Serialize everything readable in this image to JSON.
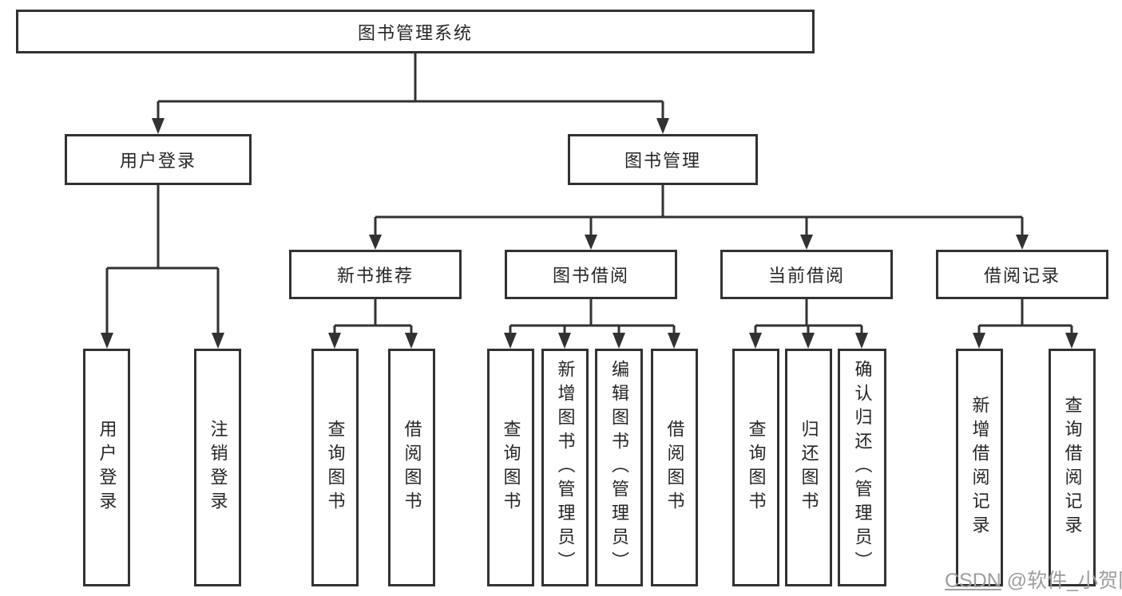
{
  "diagram": {
    "title": "图书管理系统",
    "level2": {
      "user_login": "用户登录",
      "book_mgmt": "图书管理"
    },
    "level3": {
      "new_book_rec": "新书推荐",
      "book_borrow": "图书借阅",
      "current_borrow": "当前借阅",
      "borrow_record": "借阅记录"
    },
    "leaves": {
      "user_login": "用户登录",
      "logout": "注销登录",
      "rec_query_book": "查询图书",
      "rec_borrow_book": "借阅图书",
      "bb_query_book": "查询图书",
      "bb_add_book": "新增图书（管理员）",
      "bb_edit_book": "编辑图书（管理员）",
      "bb_borrow_book": "借阅图书",
      "cb_query_book": "查询图书",
      "cb_return_book": "归还图书",
      "cb_confirm_return": "确认归还（管理员）",
      "br_add_record": "新增借阅记录",
      "br_query_record": "查询借阅记录"
    }
  },
  "watermark": {
    "prefix": "CSDN",
    "handle": "@软件_小贺同学"
  },
  "colors": {
    "line": "#323232",
    "box_border": "#323232",
    "box_fill": "#ffffff",
    "text": "#262626",
    "watermark": "#9e9e9e",
    "background": "#ffffff"
  }
}
